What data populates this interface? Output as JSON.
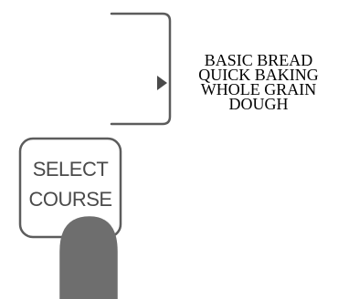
{
  "courses": {
    "items": [
      {
        "label": "BASIC BREAD"
      },
      {
        "label": "QUICK BAKING"
      },
      {
        "label": "WHOLE GRAIN"
      },
      {
        "label": "DOUGH"
      }
    ]
  },
  "select_button": {
    "line1": "SELECT",
    "line2": "COURSE"
  },
  "colors": {
    "line": "#5c5c5c",
    "arrow": "#4a4a4a",
    "finger_fill": "#6e6e6e",
    "text": "#000000"
  },
  "icons": [
    "bracket-indicator-icon",
    "arrow-right-icon",
    "finger-press-icon"
  ]
}
